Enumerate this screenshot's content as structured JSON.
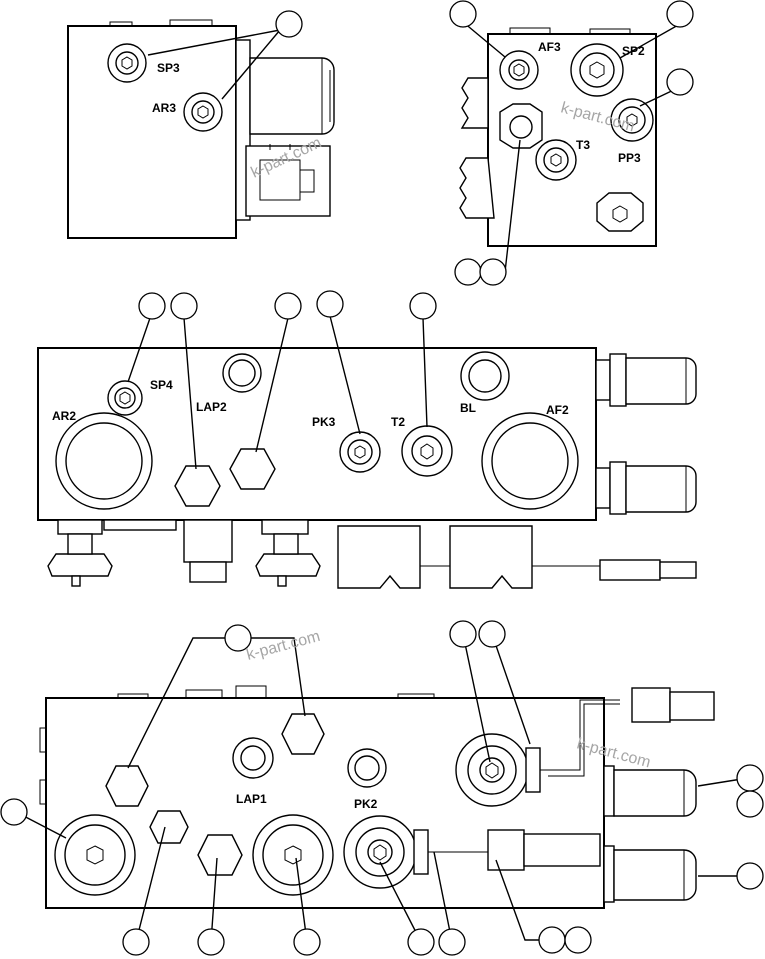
{
  "watermark": "k-part.com",
  "port_labels": {
    "sp3": "SP3",
    "ar3": "AR3",
    "af3": "AF3",
    "sp2": "SP2",
    "t3": "T3",
    "pp3": "PP3",
    "sp4": "SP4",
    "ar2": "AR2",
    "lap2": "LAP2",
    "pk3": "PK3",
    "t2": "T2",
    "bl": "BL",
    "af2": "AF2",
    "lap1": "LAP1",
    "pk2": "PK2"
  }
}
